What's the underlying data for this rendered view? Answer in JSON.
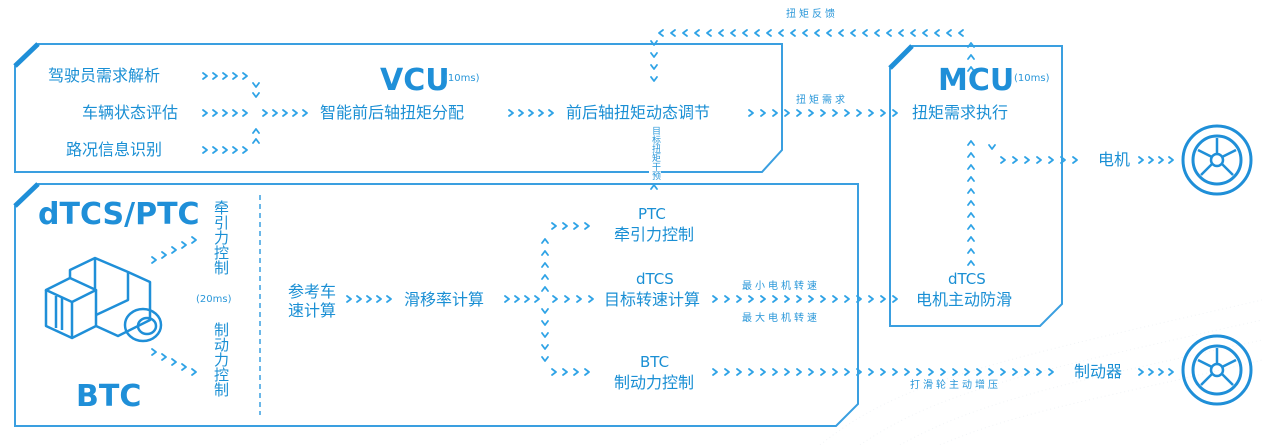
{
  "vcu": {
    "title": "VCU",
    "period": "(10ms)",
    "inputs": [
      "驾驶员需求解析",
      "车辆状态评估",
      "路况信息识别"
    ],
    "allocate": "智能前后轴扭矩分配",
    "regulate": "前后轴扭矩动态调节"
  },
  "mcu": {
    "title": "MCU",
    "period": "(10ms)",
    "execute": "扭矩需求执行",
    "dtcs_top": "dTCS",
    "dtcs_bottom": "电机主动防滑"
  },
  "links": {
    "torque_feedback": "扭矩反馈",
    "torque_request": "扭矩需求",
    "target_torque_intervention": "目标扭矩干预",
    "min_speed": "最小电机转速",
    "max_speed": "最大电机转速",
    "slip_wheel_pressure": "打滑轮主动增压"
  },
  "outputs": {
    "motor": "电机",
    "brake": "制动器"
  },
  "dtcs_ptc": {
    "title": "dTCS/PTC",
    "btc_title": "BTC",
    "traction_vertical": "牵引力控制",
    "braking_vertical": "制动力控制",
    "period": "(20ms)",
    "ref_speed": [
      "参考车",
      "速计算"
    ],
    "slip_calc": "滑移率计算",
    "ptc": [
      "PTC",
      "牵引力控制"
    ],
    "dtcs": [
      "dTCS",
      "目标转速计算"
    ],
    "btc": [
      "BTC",
      "制动力控制"
    ]
  },
  "colors": {
    "accent": "#1f8fd8",
    "arrow": "#2fa3e6"
  }
}
